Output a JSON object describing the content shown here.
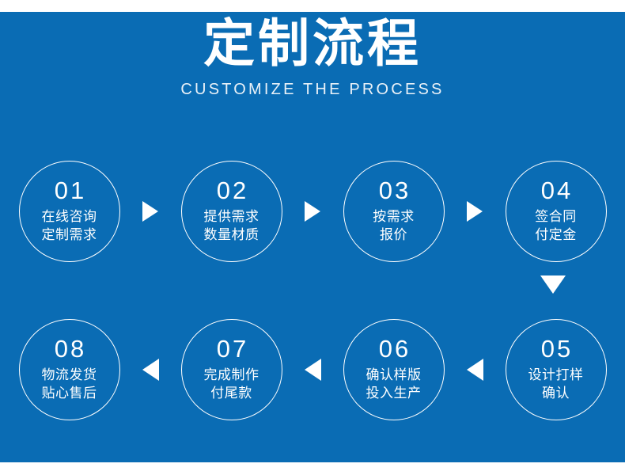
{
  "meta": {
    "background_color": "#0a6cb4",
    "accent_color": "#ffffff",
    "page_background": "#ffffff"
  },
  "header": {
    "title": "定制流程",
    "subtitle": "CUSTOMIZE THE PROCESS"
  },
  "flow": {
    "top_row": [
      {
        "number": "01",
        "line1": "在线咨询",
        "line2": "定制需求"
      },
      {
        "number": "02",
        "line1": "提供需求",
        "line2": "数量材质"
      },
      {
        "number": "03",
        "line1": "按需求",
        "line2": "报价"
      },
      {
        "number": "04",
        "line1": "签合同",
        "line2": "付定金"
      }
    ],
    "bottom_row": [
      {
        "number": "08",
        "line1": "物流发货",
        "line2": "贴心售后"
      },
      {
        "number": "07",
        "line1": "完成制作",
        "line2": "付尾款"
      },
      {
        "number": "06",
        "line1": "确认样版",
        "line2": "投入生产"
      },
      {
        "number": "05",
        "line1": "设计打样",
        "line2": "确认"
      }
    ],
    "connectors": {
      "top_1": "arrow-right-icon",
      "top_2": "arrow-right-icon",
      "top_3": "arrow-right-icon",
      "wrap": "arrow-down-icon",
      "bottom_1": "arrow-left-icon",
      "bottom_2": "arrow-left-icon",
      "bottom_3": "arrow-left-icon"
    }
  }
}
